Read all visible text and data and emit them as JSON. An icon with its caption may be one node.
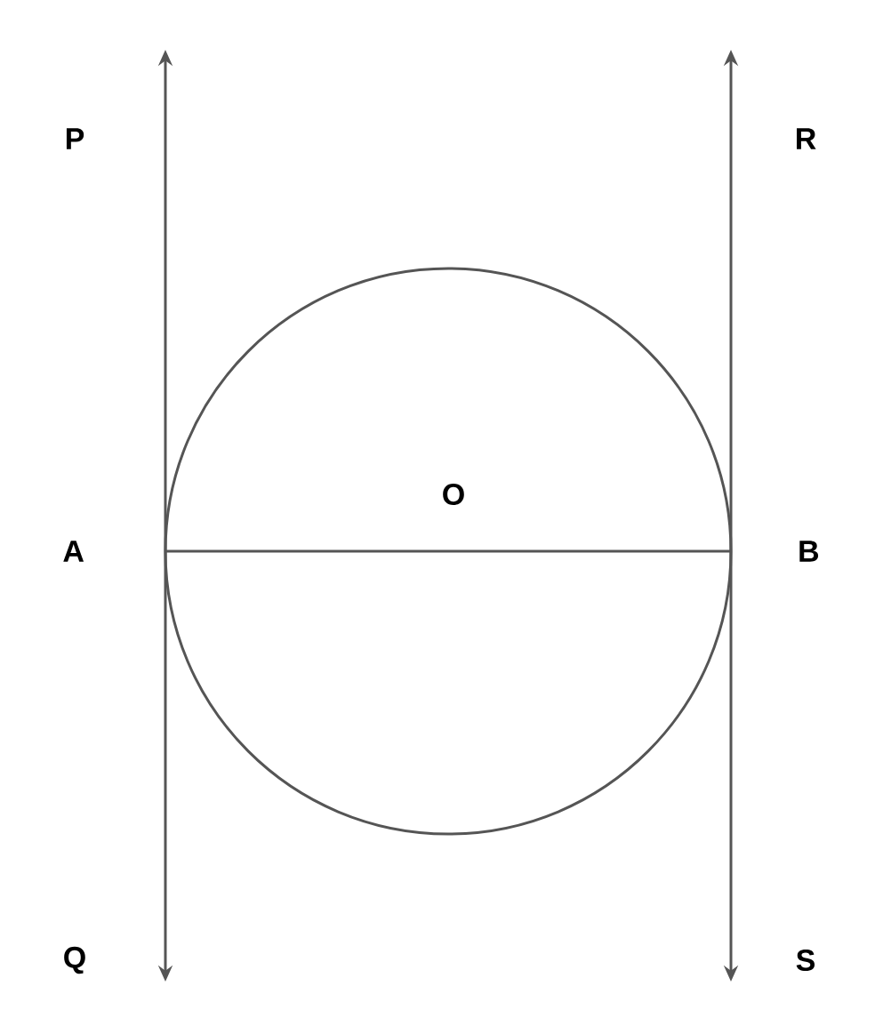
{
  "diagram": {
    "nodes": [
      {
        "text": [
          "O"
        ]
      },
      {
        "text": [
          "P"
        ]
      },
      {
        "text": [
          "Q"
        ]
      },
      {
        "text": [
          "R"
        ]
      },
      {
        "text": [
          "S"
        ]
      },
      {
        "text": [
          "A"
        ]
      },
      {
        "text": [
          "B"
        ]
      }
    ],
    "edges": [
      {
        "from": 1,
        "to": 2,
        "arrow": "both"
      },
      {
        "from": 3,
        "to": 4,
        "arrow": "both"
      }
    ]
  }
}
